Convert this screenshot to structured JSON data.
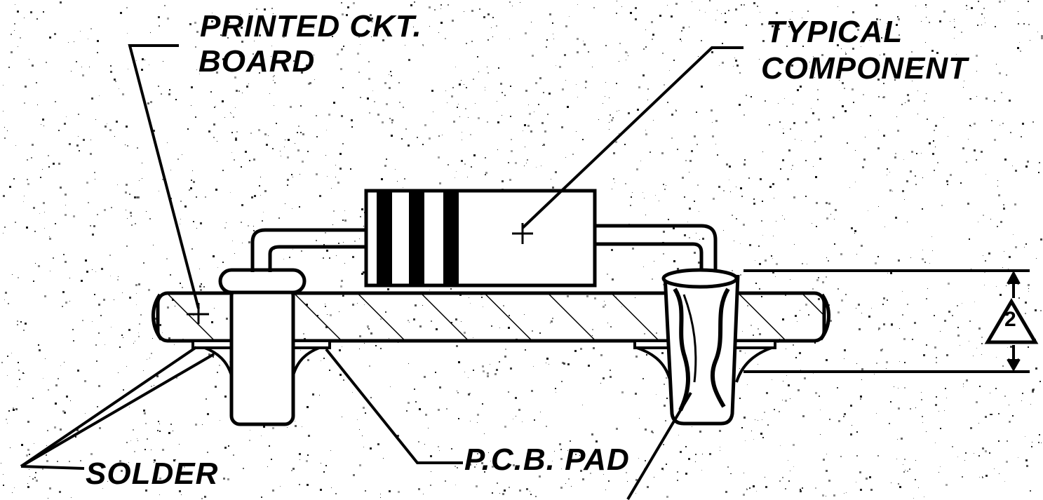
{
  "labels": {
    "pcb_line1": "PRINTED CKT.",
    "pcb_line2": "BOARD",
    "component_line1": "TYPICAL",
    "component_line2": "COMPONENT",
    "solder": "SOLDER",
    "pad": "P.C.B. PAD",
    "note_number": "2"
  },
  "colors": {
    "ink": "#000000",
    "paper": "#ffffff"
  }
}
